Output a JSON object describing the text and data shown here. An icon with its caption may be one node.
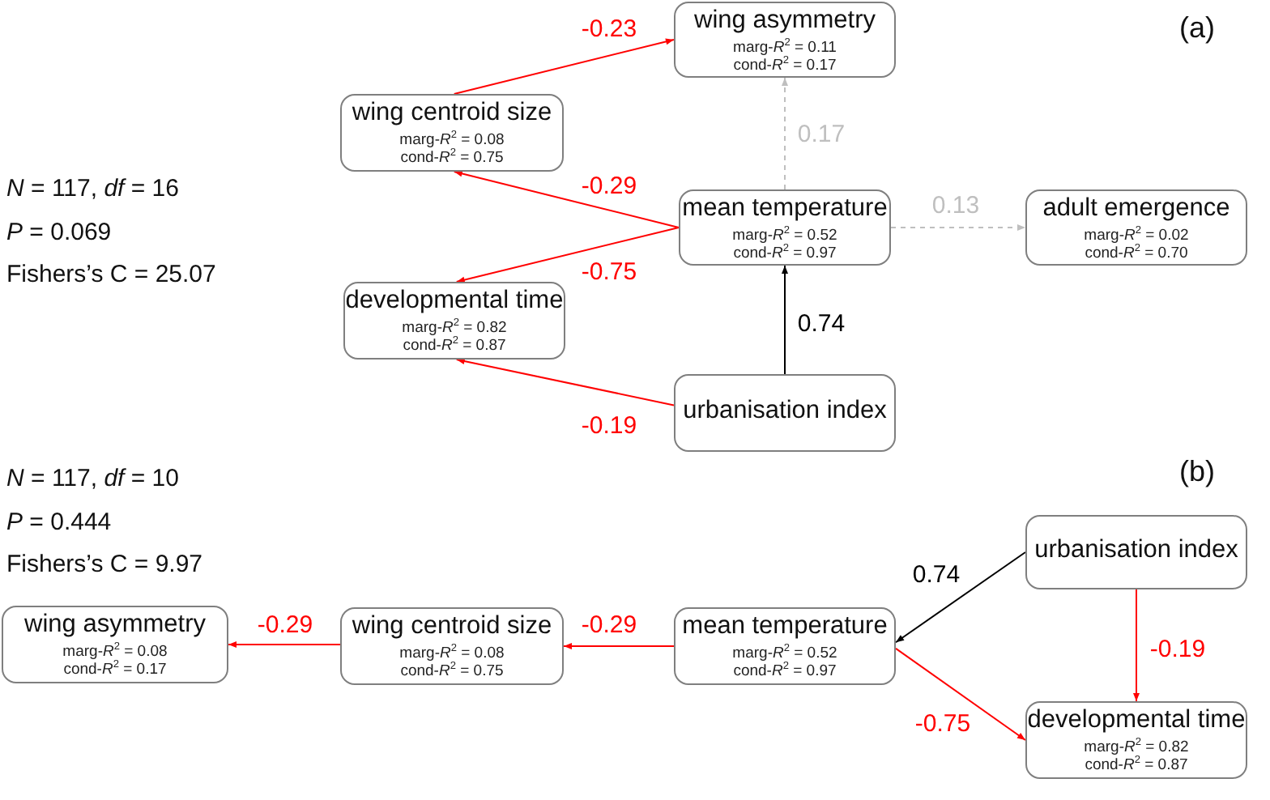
{
  "diagram": {
    "nodes": [
      {
        "text": [
          "wing asymmetry",
          "marg-*R*$^{2}$ = 0.11",
          "cond-*R*$^{2}$ = 0.17"
        ]
      },
      {
        "text": [
          "wing centroid size",
          "marg-*R*$^{2}$ = 0.08",
          "cond-*R*$^{2}$ = 0.75"
        ]
      },
      {
        "text": [
          "mean temperature",
          "marg-*R*$^{2}$ = 0.52",
          "cond-*R*$^{2}$ = 0.97"
        ]
      },
      {
        "text": [
          "adult emergence",
          "marg-*R*$^{2}$ = 0.02",
          "cond-*R*$^{2}$ = 0.70"
        ]
      },
      {
        "text": [
          "developmental time",
          "marg-*R*$^{2}$ = 0.82",
          "cond-*R*$^{2}$ = 0.87"
        ]
      },
      {
        "text": [
          "urbanisation index"
        ]
      },
      {
        "text": [
          "urbanisation index"
        ]
      },
      {
        "text": [
          "wing asymmetry",
          "marg-*R*$^{2}$ = 0.08",
          "cond-*R*$^{2}$ = 0.17"
        ]
      },
      {
        "text": [
          "wing centroid size",
          "marg-*R*$^{2}$ = 0.08",
          "cond-*R*$^{2}$ = 0.75"
        ]
      },
      {
        "text": [
          "mean temperature",
          "marg-*R*$^{2}$ = 0.52",
          "cond-*R*$^{2}$ = 0.97"
        ]
      },
      {
        "text": [
          "developmental time",
          "marg-*R*$^{2}$ = 0.82",
          "cond-*R*$^{2}$ = 0.87"
        ]
      }
    ],
    "edges": [
      {
        "from": 1,
        "to": 0,
        "arrow": "to",
        "label": "-0.23"
      },
      {
        "from": 2,
        "to": 1,
        "arrow": "to",
        "label": "-0.29"
      },
      {
        "from": 2,
        "to": 0,
        "arrow": "to",
        "label": "0.17",
        "style": "dashed",
        "color": "#bfbfbf"
      },
      {
        "from": 2,
        "to": 3,
        "arrow": "to",
        "label": "0.13",
        "style": "dashed",
        "color": "#bfbfbf"
      },
      {
        "from": 2,
        "to": 4,
        "arrow": "to",
        "label": "-0.75"
      },
      {
        "from": 5,
        "to": 2,
        "arrow": "to",
        "label": "0.74",
        "color": "#000000"
      },
      {
        "from": 5,
        "to": 4,
        "arrow": "to",
        "label": "-0.19"
      },
      {
        "from": 6,
        "to": 9,
        "arrow": "to",
        "label": "0.74",
        "color": "#000000"
      },
      {
        "from": 6,
        "to": 10,
        "arrow": "to",
        "label": "-0.19"
      },
      {
        "from": 9,
        "to": 8,
        "arrow": "to",
        "label": "-0.29"
      },
      {
        "from": 8,
        "to": 7,
        "arrow": "to",
        "label": "-0.29"
      },
      {
        "from": 9,
        "to": 10,
        "arrow": "to",
        "label": "-0.75"
      }
    ],
    "labels": [
      "(a)",
      "*N* = 117, *df* = 16",
      "*P* = 0.069",
      "Fishers’s C = 25.07",
      "(b)",
      "*N* = 117, *df* = 10",
      "*P* = 0.444",
      "Fishers’s C = 9.97"
    ]
  }
}
